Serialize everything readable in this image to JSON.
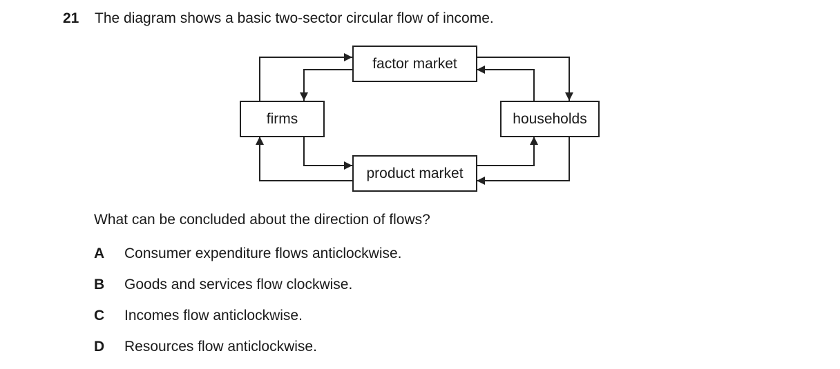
{
  "question": {
    "number": "21",
    "text": "The diagram shows a basic two-sector circular flow of income."
  },
  "diagram": {
    "nodes": {
      "factor_market": "factor market",
      "firms": "firms",
      "households": "households",
      "product_market": "product market"
    }
  },
  "stem": "What can be concluded about the direction of flows?",
  "options": [
    {
      "letter": "A",
      "text": "Consumer expenditure flows anticlockwise."
    },
    {
      "letter": "B",
      "text": "Goods and services flow clockwise."
    },
    {
      "letter": "C",
      "text": "Incomes flow anticlockwise."
    },
    {
      "letter": "D",
      "text": "Resources flow anticlockwise."
    }
  ]
}
